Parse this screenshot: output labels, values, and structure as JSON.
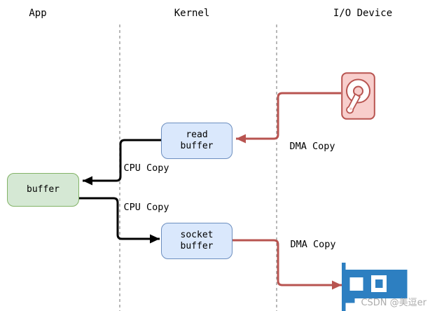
{
  "columns": {
    "app": "App",
    "kernel": "Kernel",
    "io_device": "I/O Device"
  },
  "nodes": {
    "app_buffer": {
      "label": "buffer"
    },
    "read_buffer": {
      "line1": "read",
      "line2": "buffer"
    },
    "socket_buffer": {
      "line1": "socket",
      "line2": "buffer"
    }
  },
  "edge_labels": {
    "dma_read": "DMA Copy",
    "cpu_read": "CPU Copy",
    "cpu_write": "CPU Copy",
    "dma_write": "DMA Copy"
  },
  "icons": {
    "disk": "hard-disk-icon",
    "nic": "network-card-icon"
  },
  "colors": {
    "buffer_box_fill": "#dae8fc",
    "buffer_box_stroke": "#6c8ebf",
    "app_buffer_fill": "#d5e8d4",
    "app_buffer_stroke": "#82b366",
    "disk_fill": "#f8cecc",
    "disk_stroke": "#b85450",
    "dma_arrow": "#b85450",
    "cpu_arrow": "#000000",
    "nic_blue": "#2d7fc1",
    "divider": "#999999",
    "watermark_color": "#9e9e9e"
  },
  "watermark": {
    "text": "CSDN @美逗er"
  }
}
